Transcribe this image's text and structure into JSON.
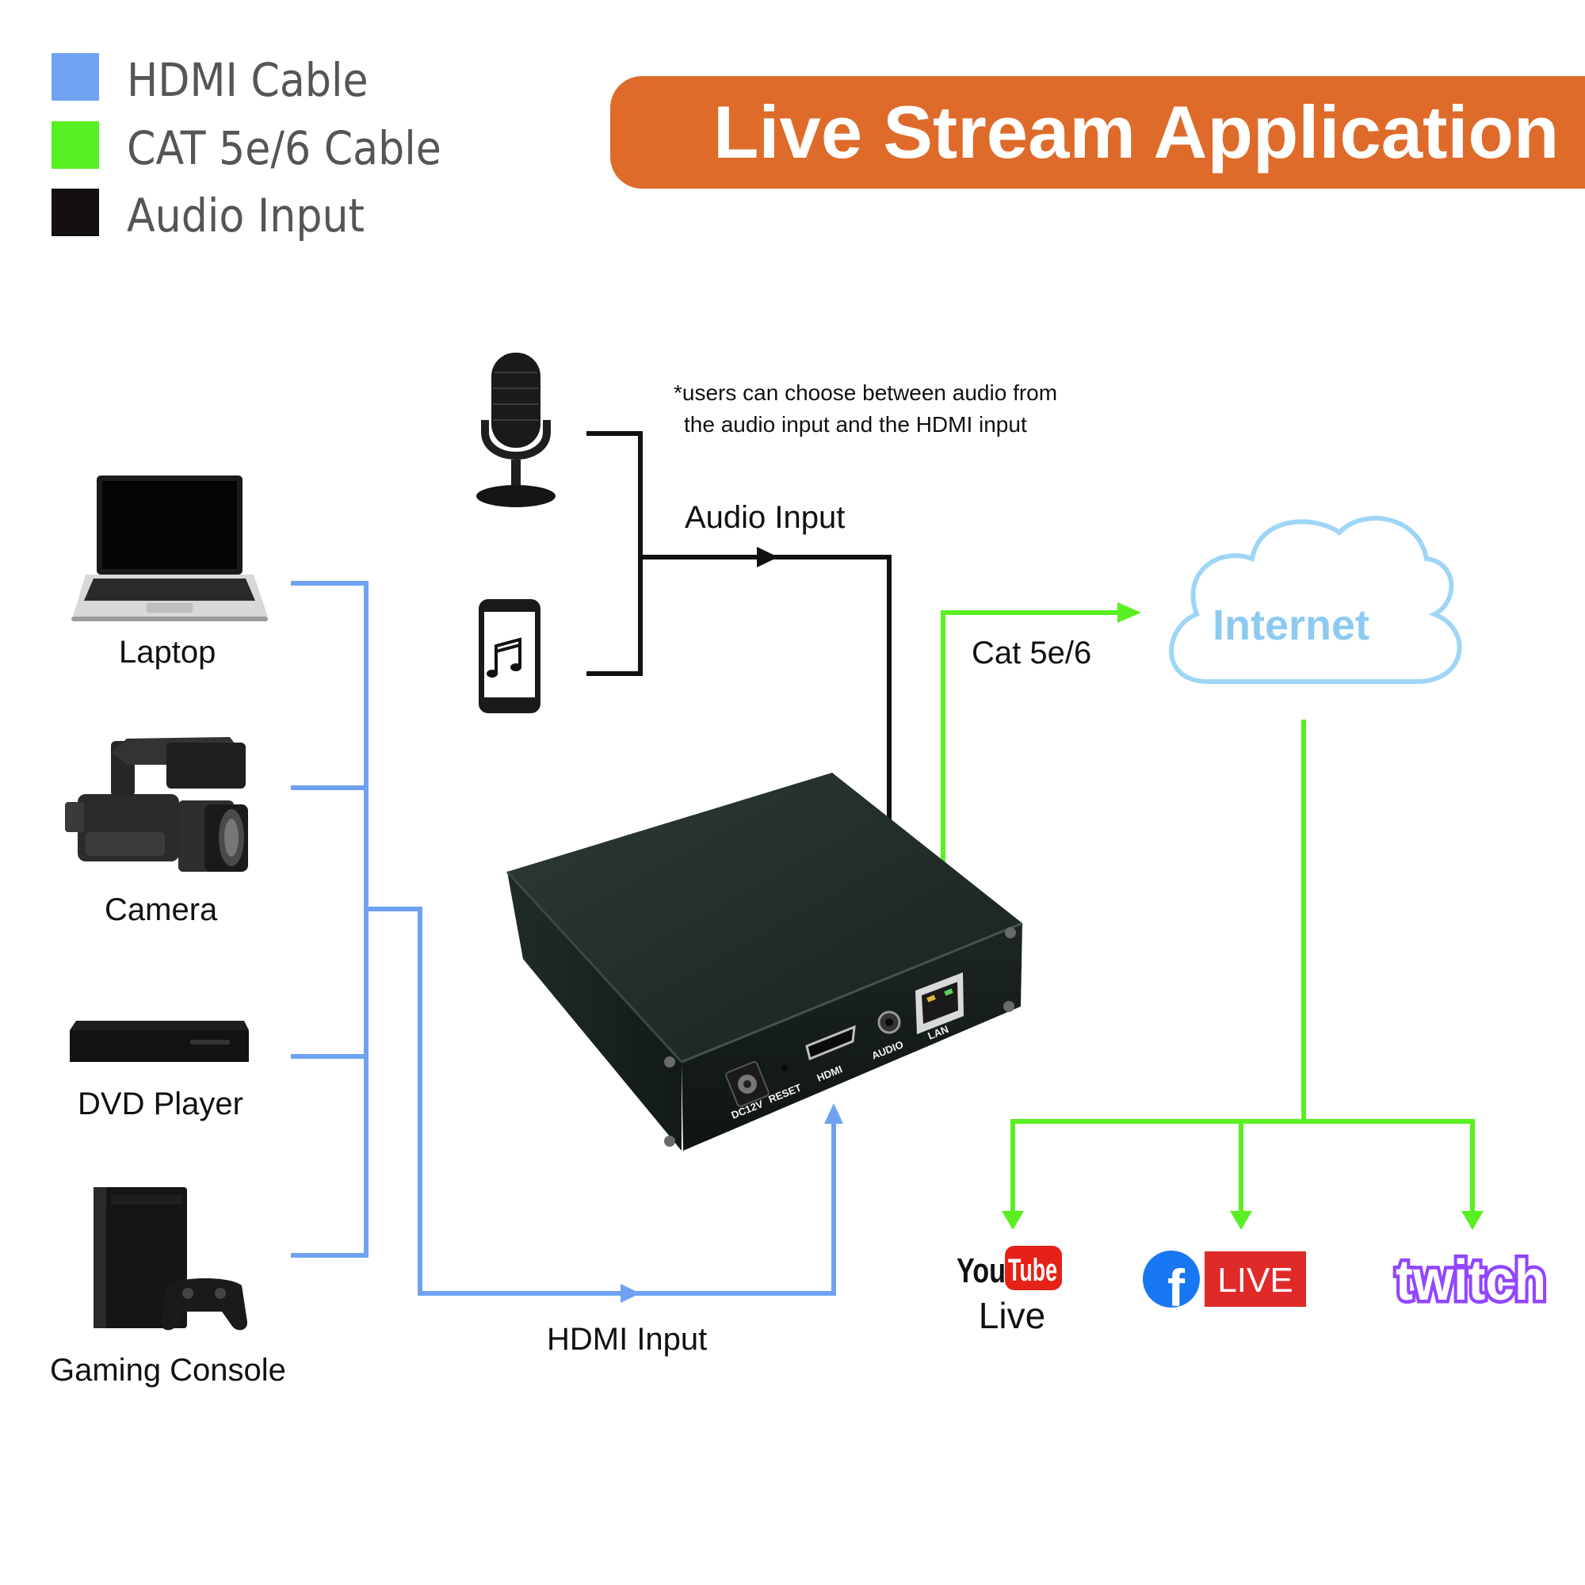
{
  "legend": [
    {
      "label": "HDMI Cable",
      "color": "#6fa3f2"
    },
    {
      "label": "CAT 5e/6 Cable",
      "color": "#59f022"
    },
    {
      "label": "Audio Input",
      "color": "#141010"
    }
  ],
  "title": "Live Stream Application",
  "colors": {
    "banner": "#de6b2a",
    "hdmi": "#6fa3f2",
    "cat": "#59f022",
    "audio": "#111111",
    "cloud": "#9fd6f7",
    "cloud_text": "#8ccaf2",
    "twitch": "#9146ff",
    "facebook_blue": "#1877f2",
    "live_red": "#e02a2a",
    "youtube_red": "#e62117"
  },
  "note": {
    "line1": "*users can choose between audio from",
    "line2": "the audio input and the HDMI input"
  },
  "sources": [
    {
      "label": "Laptop",
      "icon": "laptop-icon"
    },
    {
      "label": "Camera",
      "icon": "camcorder-icon"
    },
    {
      "label": "DVD Player",
      "icon": "dvd-player-icon"
    },
    {
      "label": "Gaming Console",
      "icon": "game-console-icon"
    }
  ],
  "audio_sources": [
    {
      "icon": "microphone-icon"
    },
    {
      "icon": "smartphone-music-icon"
    }
  ],
  "connections": {
    "audio": "Audio Input",
    "hdmi": "HDMI Input",
    "cat": "Cat 5e/6"
  },
  "cloud": {
    "label": "Internet"
  },
  "device": {
    "ports": [
      "DC12V",
      "RESET",
      "HDMI",
      "AUDIO",
      "LAN"
    ]
  },
  "platforms": {
    "youtube": {
      "you": "You",
      "tube": "Tube",
      "live": "Live"
    },
    "facebook": {
      "f": "f",
      "live": "LIVE"
    },
    "twitch": {
      "label": "twitch"
    }
  }
}
